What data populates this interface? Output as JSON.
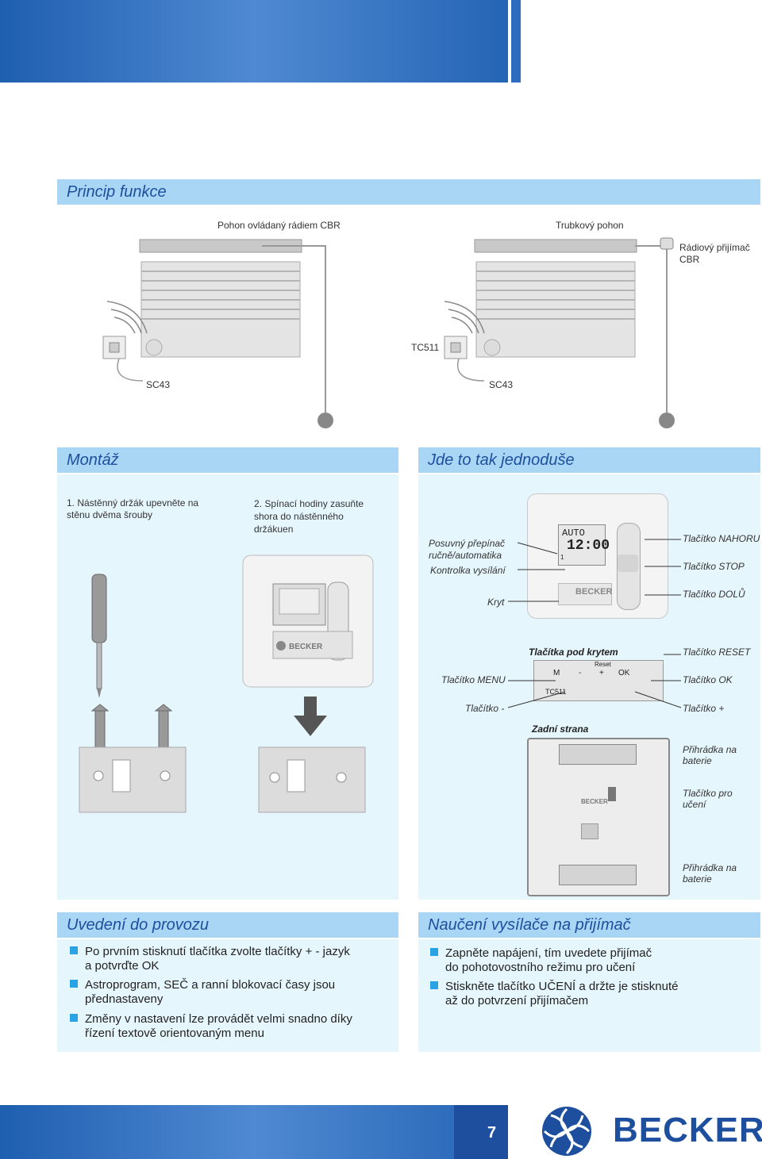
{
  "principle": {
    "title": "Princip funkce",
    "label_motor_cbr": "Pohon ovládaný rádiem CBR",
    "label_tube_motor": "Trubkový pohon",
    "label_receiver": "Rádiový přijímač CBR",
    "label_tc511": "TC511",
    "label_sc43_left": "SC43",
    "label_sc43_right": "SC43"
  },
  "mounting": {
    "title": "Montáž",
    "step1": "1. Nástěnný držák upevněte na stěnu dvěma šrouby",
    "step2": "2. Spínací hodiny zasuňte shora do nástěnného držákuen",
    "brand": "BECKER"
  },
  "easy": {
    "title": "Jde to tak jednoduše",
    "slide_switch": "Posuvný přepínač ručně/automatika",
    "tx_indicator": "Kontrolka vysílání",
    "cover": "Kryt",
    "btn_up": "Tlačítko NAHORU",
    "btn_stop": "Tlačítko STOP",
    "btn_down": "Tlačítko DOLŮ",
    "buttons_under_cover": "Tlačítka pod krytem",
    "btn_reset": "Tlačítko RESET",
    "btn_menu": "Tlačítko MENU",
    "btn_ok": "Tlačítko OK",
    "btn_minus": "Tlačítko -",
    "btn_plus": "Tlačítko +",
    "rear_side": "Zadní strana",
    "battery_top": "Přihrádka na baterie",
    "learn_btn": "Tlačítko pro učení",
    "battery_bottom": "Přihrádka na baterie",
    "display_mode": "AUTO",
    "display_time": "12:00",
    "display_day": "1",
    "key_m": "M",
    "key_minus": "-",
    "key_plus": "+",
    "key_ok": "OK",
    "key_reset": "Reset",
    "model": "TC511",
    "brand": "BECKER"
  },
  "commissioning": {
    "title": "Uvedení do provozu",
    "items": [
      {
        "l1": "Po prvním stisknutí tlačítka zvolte tlačítky + - jazyk",
        "l2": "a potvrďte OK"
      },
      {
        "l1": "Astroprogram, SEČ a ranní blokovací časy jsou",
        "l2": "přednastaveny"
      },
      {
        "l1": "Změny v nastavení lze provádět velmi snadno díky",
        "l2": "řízení textově orientovaným menu"
      }
    ]
  },
  "teaching": {
    "title": "Naučení  vysílače na přijímač",
    "items": [
      {
        "l1": "Zapněte napájení, tím uvedete přijímač",
        "l2": "do pohotovostního režimu pro učení"
      },
      {
        "l1": "Stiskněte tlačítko UČENÍ a držte je stisknuté",
        "l2": "až do potvrzení přijímačem"
      }
    ]
  },
  "footer": {
    "page_number": "7",
    "brand": "BECKER"
  },
  "colors": {
    "blue_band": "#2565b5",
    "header_bg": "#a9d6f5",
    "header_text": "#1d4f9e",
    "panel_bg": "#e6f6fd",
    "bullet": "#29a3e6"
  }
}
